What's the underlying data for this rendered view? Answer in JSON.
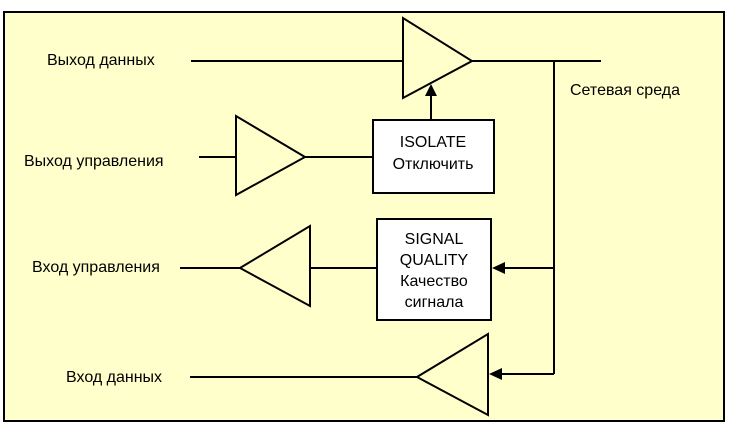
{
  "colors": {
    "background": "#FFFFCC",
    "box_fill": "#FFFFFF",
    "stroke": "#000000"
  },
  "labels": {
    "data_out": "Выход данных",
    "control_out": "Выход управления",
    "control_in": "Вход управления",
    "data_in": "Вход данных",
    "network_medium": "Сетевая среда"
  },
  "blocks": {
    "isolate": {
      "line1": "ISOLATE",
      "line2": "Отключить"
    },
    "signal_quality": {
      "line1": "SIGNAL",
      "line2": "QUALITY",
      "line3": "Качество",
      "line4": "сигнала"
    }
  }
}
